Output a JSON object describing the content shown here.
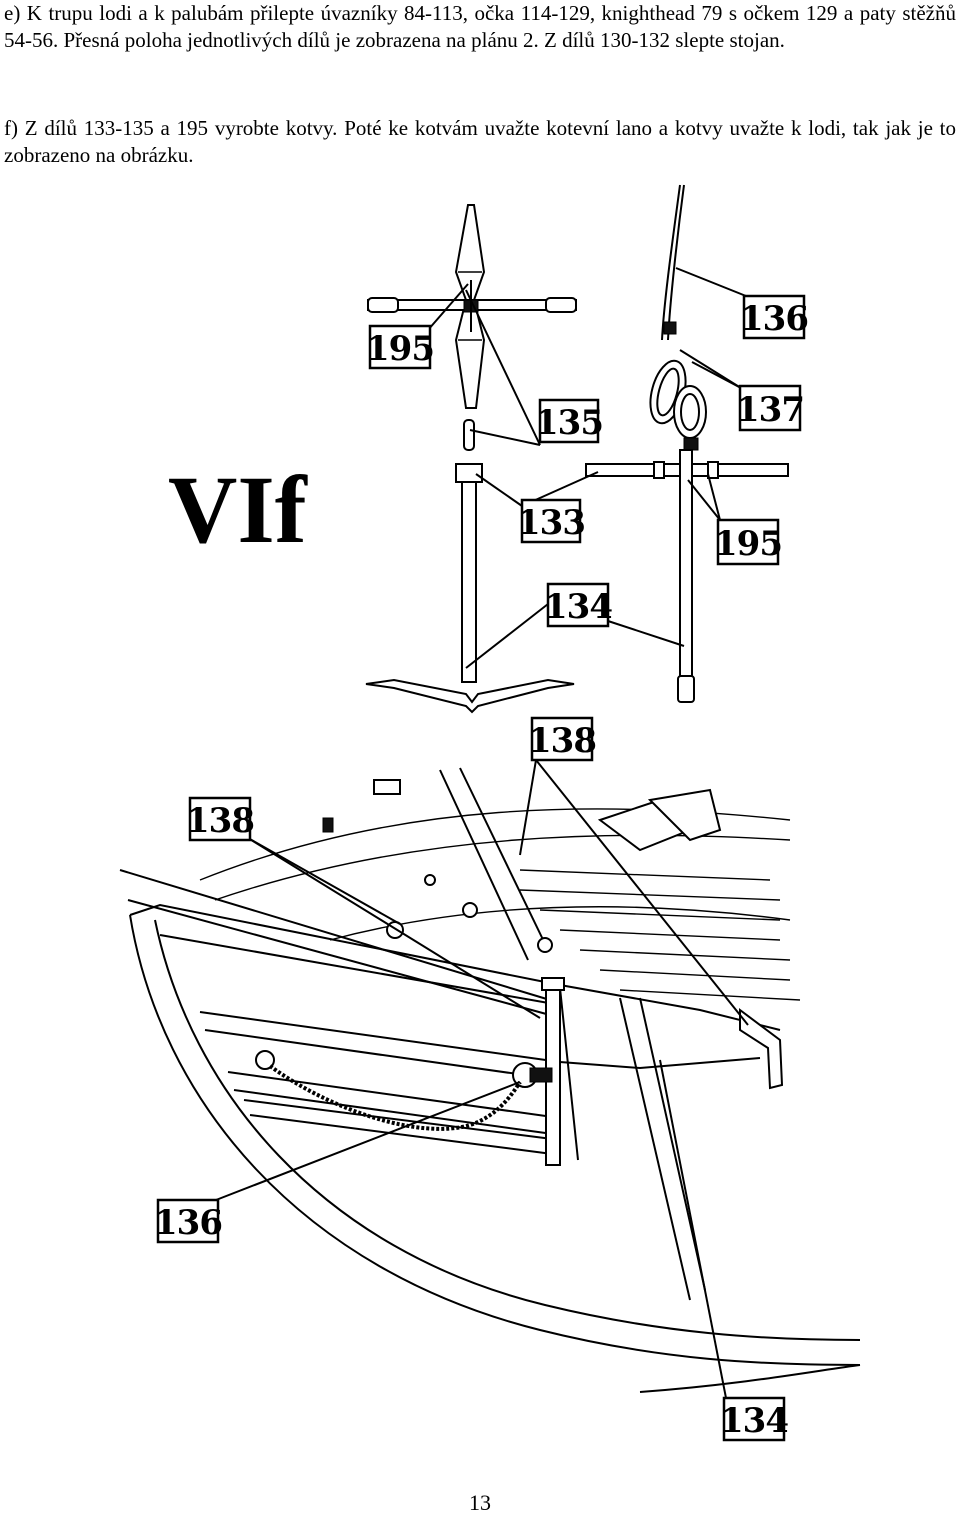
{
  "instructions": {
    "step_e": "e) K trupu lodi a k palubám přilepte úvazníky 84-113, očka 114-129, knighthead 79 s očkem 129 a paty stěžňů 54-56. Přesná poloha jednotlivých dílů je zobrazena na plánu 2. Z dílů 130-132 slepte stojan.",
    "step_f": "f) Z dílů 133-135 a 195 vyrobte kotvy. Poté ke kotvám uvažte kotevní lano a kotvy uvažte k lodi, tak jak je to zobrazeno na obrázku."
  },
  "figure": {
    "title": "VIf",
    "labels": {
      "anchor_top_195": "195",
      "anchor_135": "135",
      "anchor_133": "133",
      "anchor_134": "134",
      "side_136": "136",
      "side_137": "137",
      "side_195": "195",
      "hull_138_left": "138",
      "hull_138_top": "138",
      "hull_136": "136",
      "hull_134": "134"
    }
  },
  "footer": {
    "page_number": "13"
  }
}
